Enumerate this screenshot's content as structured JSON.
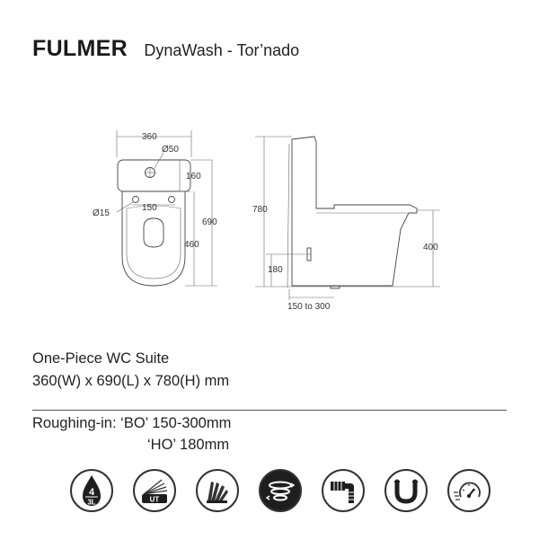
{
  "header": {
    "brand": "FULMER",
    "model": "DynaWash - Tor’nado"
  },
  "drawing": {
    "top_view": {
      "width": "360",
      "outlet_dia": "Ø50",
      "front_offset": "160",
      "fixing_spacing": "150",
      "fixing_dia": "Ø15",
      "length": "690",
      "pan_length": "460"
    },
    "side_view": {
      "height": "780",
      "seat_height": "400",
      "ho_height": "180",
      "bo_range": "150 to 300"
    }
  },
  "description": {
    "type": "One-Piece WC Suite",
    "dimensions": "360(W) x 690(L) x 780(H) mm",
    "roughing_label": "Roughing-in:",
    "bo": "‘BO’ 150-300mm",
    "ho": "‘HO’ 180mm"
  },
  "features": [
    {
      "icon": "water-drop-4-3l-icon",
      "top": "4",
      "bottom": "3L"
    },
    {
      "icon": "ut-soft-close-seat-icon",
      "label": "UT"
    },
    {
      "icon": "layers-fan-icon"
    },
    {
      "icon": "tornado-flush-icon"
    },
    {
      "icon": "s-trap-pipe-icon"
    },
    {
      "icon": "u-rimless-icon"
    },
    {
      "icon": "quick-release-speed-icon"
    }
  ]
}
